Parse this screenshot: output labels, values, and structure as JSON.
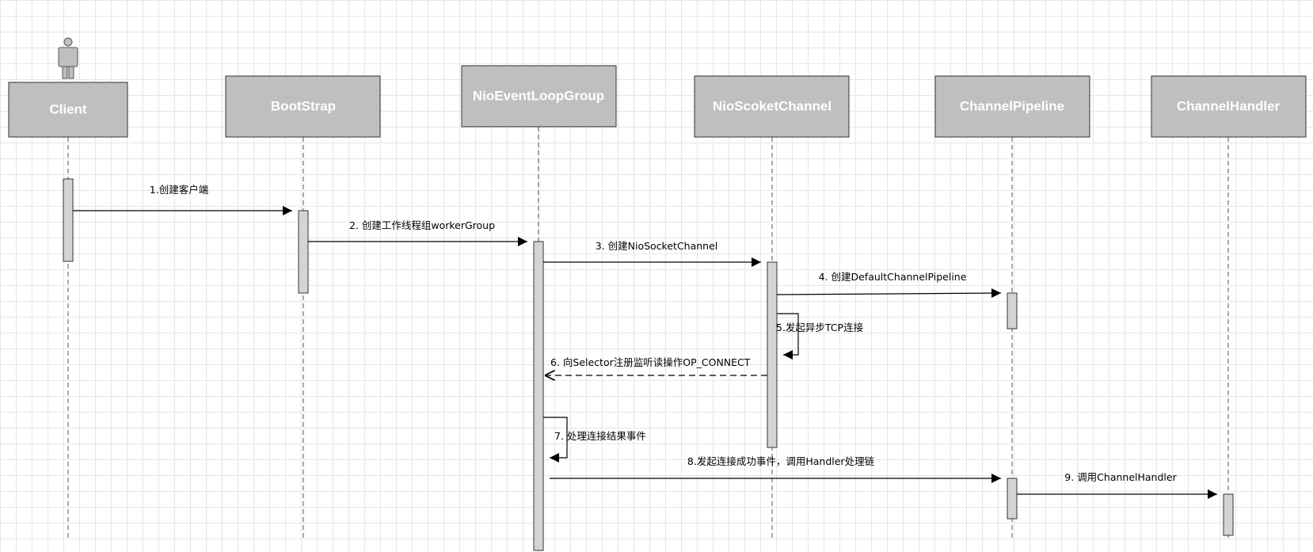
{
  "participants": [
    {
      "id": "client",
      "name": "Client"
    },
    {
      "id": "bootstrap",
      "name": "BootStrap"
    },
    {
      "id": "nioeventloopgroup",
      "name": "NioEventLoopGroup"
    },
    {
      "id": "nioscoketchannel",
      "name": "NioScoketChannel"
    },
    {
      "id": "channelpipeline",
      "name": "ChannelPipeline"
    },
    {
      "id": "channelhandler",
      "name": "ChannelHandler"
    }
  ],
  "messages": [
    {
      "id": "m1",
      "label": "1.创建客户端",
      "from": "client",
      "to": "bootstrap",
      "style": "solid"
    },
    {
      "id": "m2",
      "label": "2. 创建工作线程组workerGroup",
      "from": "bootstrap",
      "to": "nioeventloopgroup",
      "style": "solid"
    },
    {
      "id": "m3",
      "label": "3. 创建NioSocketChannel",
      "from": "nioeventloopgroup",
      "to": "nioscoketchannel",
      "style": "solid"
    },
    {
      "id": "m4",
      "label": "4. 创建DefaultChannelPipeline",
      "from": "nioscoketchannel",
      "to": "channelpipeline",
      "style": "solid"
    },
    {
      "id": "m5",
      "label": "5.发起异步TCP连接",
      "from": "nioscoketchannel",
      "to": "nioscoketchannel",
      "style": "self"
    },
    {
      "id": "m6",
      "label": "6. 向Selector注册监听读操作OP_CONNECT",
      "from": "nioscoketchannel",
      "to": "nioeventloopgroup",
      "style": "dashed"
    },
    {
      "id": "m7",
      "label": "7. 处理连接结果事件",
      "from": "nioeventloopgroup",
      "to": "nioeventloopgroup",
      "style": "self"
    },
    {
      "id": "m8",
      "label": "8.发起连接成功事件，调用Handler处理链",
      "from": "nioeventloopgroup",
      "to": "channelpipeline",
      "style": "solid"
    },
    {
      "id": "m9",
      "label": "9. 调用ChannelHandler",
      "from": "channelpipeline",
      "to": "channelhandler",
      "style": "solid"
    }
  ],
  "colors": {
    "header_fill": "#bfbfbf",
    "header_text": "#ffffff",
    "activation_fill": "#d4d4d4",
    "line": "#000000",
    "grid": "#e6e6e6"
  },
  "icons": {
    "client_actor": "person-icon"
  }
}
